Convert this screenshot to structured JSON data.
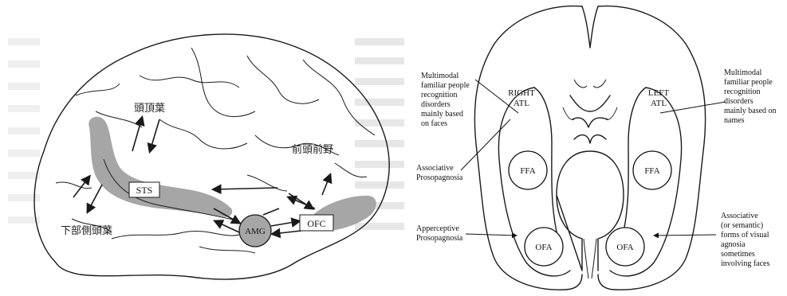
{
  "left_diagram": {
    "labels": {
      "parietal": "頭頂葉",
      "prefrontal": "前頭前野",
      "inferior_parietal": "下部側頭葉",
      "sts": "STS",
      "amg": "AMG",
      "ofc": "OFC"
    },
    "colors": {
      "region_fill": "#a6a6a6",
      "background_text": "#d9d9d9"
    }
  },
  "right_diagram": {
    "annotations": {
      "top_left": [
        "Multimodal",
        "familiar people",
        "recognition",
        "disorders",
        "mainly based",
        "on faces"
      ],
      "top_right": [
        "Multimodal",
        "familiar  people",
        "recognition",
        "disorders",
        "mainly based on",
        "names"
      ],
      "mid_left": [
        "Associative",
        "Prosopagnosia"
      ],
      "bottom_left": [
        "Apperceptive",
        "Prosopagnosia"
      ],
      "bottom_right": [
        "Associative",
        "(or semantic)",
        "forms of visual",
        "agnosia",
        "sometimes",
        "involving faces"
      ]
    },
    "regions": {
      "right_atl": [
        "RIGHT",
        "ATL"
      ],
      "left_atl": [
        "LEFT",
        "ATL"
      ],
      "ffa_left": "FFA",
      "ffa_right": "FFA",
      "ofa_left": "OFA",
      "ofa_right": "OFA"
    }
  }
}
